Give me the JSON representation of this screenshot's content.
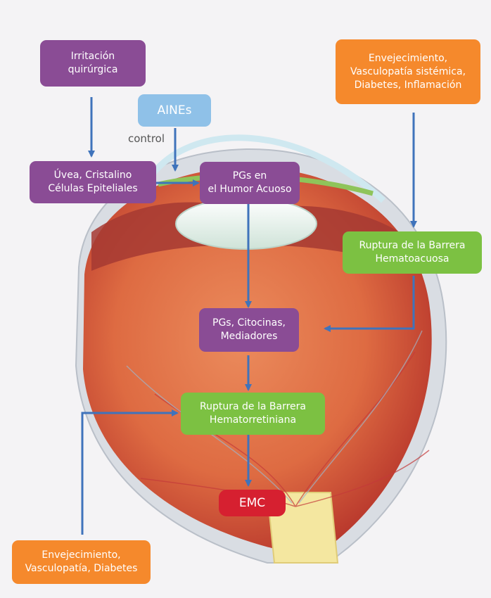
{
  "nodes": {
    "irritacion": "Irritación\nquirúrgica",
    "envejecimiento_top": "Envejecimiento,\nVasculopatía sistémica,\nDiabetes, Inflamación",
    "aines": "AINEs",
    "uvea": "Úvea, Cristalino\nCélulas Epiteliales",
    "pgs_humor": "PGs en\nel Humor Acuoso",
    "ruptura_acuosa": "Ruptura de la Barrera\nHematoacuosa",
    "pgs_citocinas": "PGs, Citocinas,\nMediadores",
    "ruptura_retiniana": "Ruptura de la Barrera\nHematorretiniana",
    "emc": "EMC",
    "envejecimiento_bottom": "Envejecimiento,\nVasculopatía, Diabetes"
  },
  "labels": {
    "control": "control"
  },
  "colors": {
    "purple": "#8a4c95",
    "orange": "#f5892c",
    "green": "#7cc142",
    "blue": "#8fc1e8",
    "red": "#d62030",
    "arrow": "#3f73bb"
  }
}
